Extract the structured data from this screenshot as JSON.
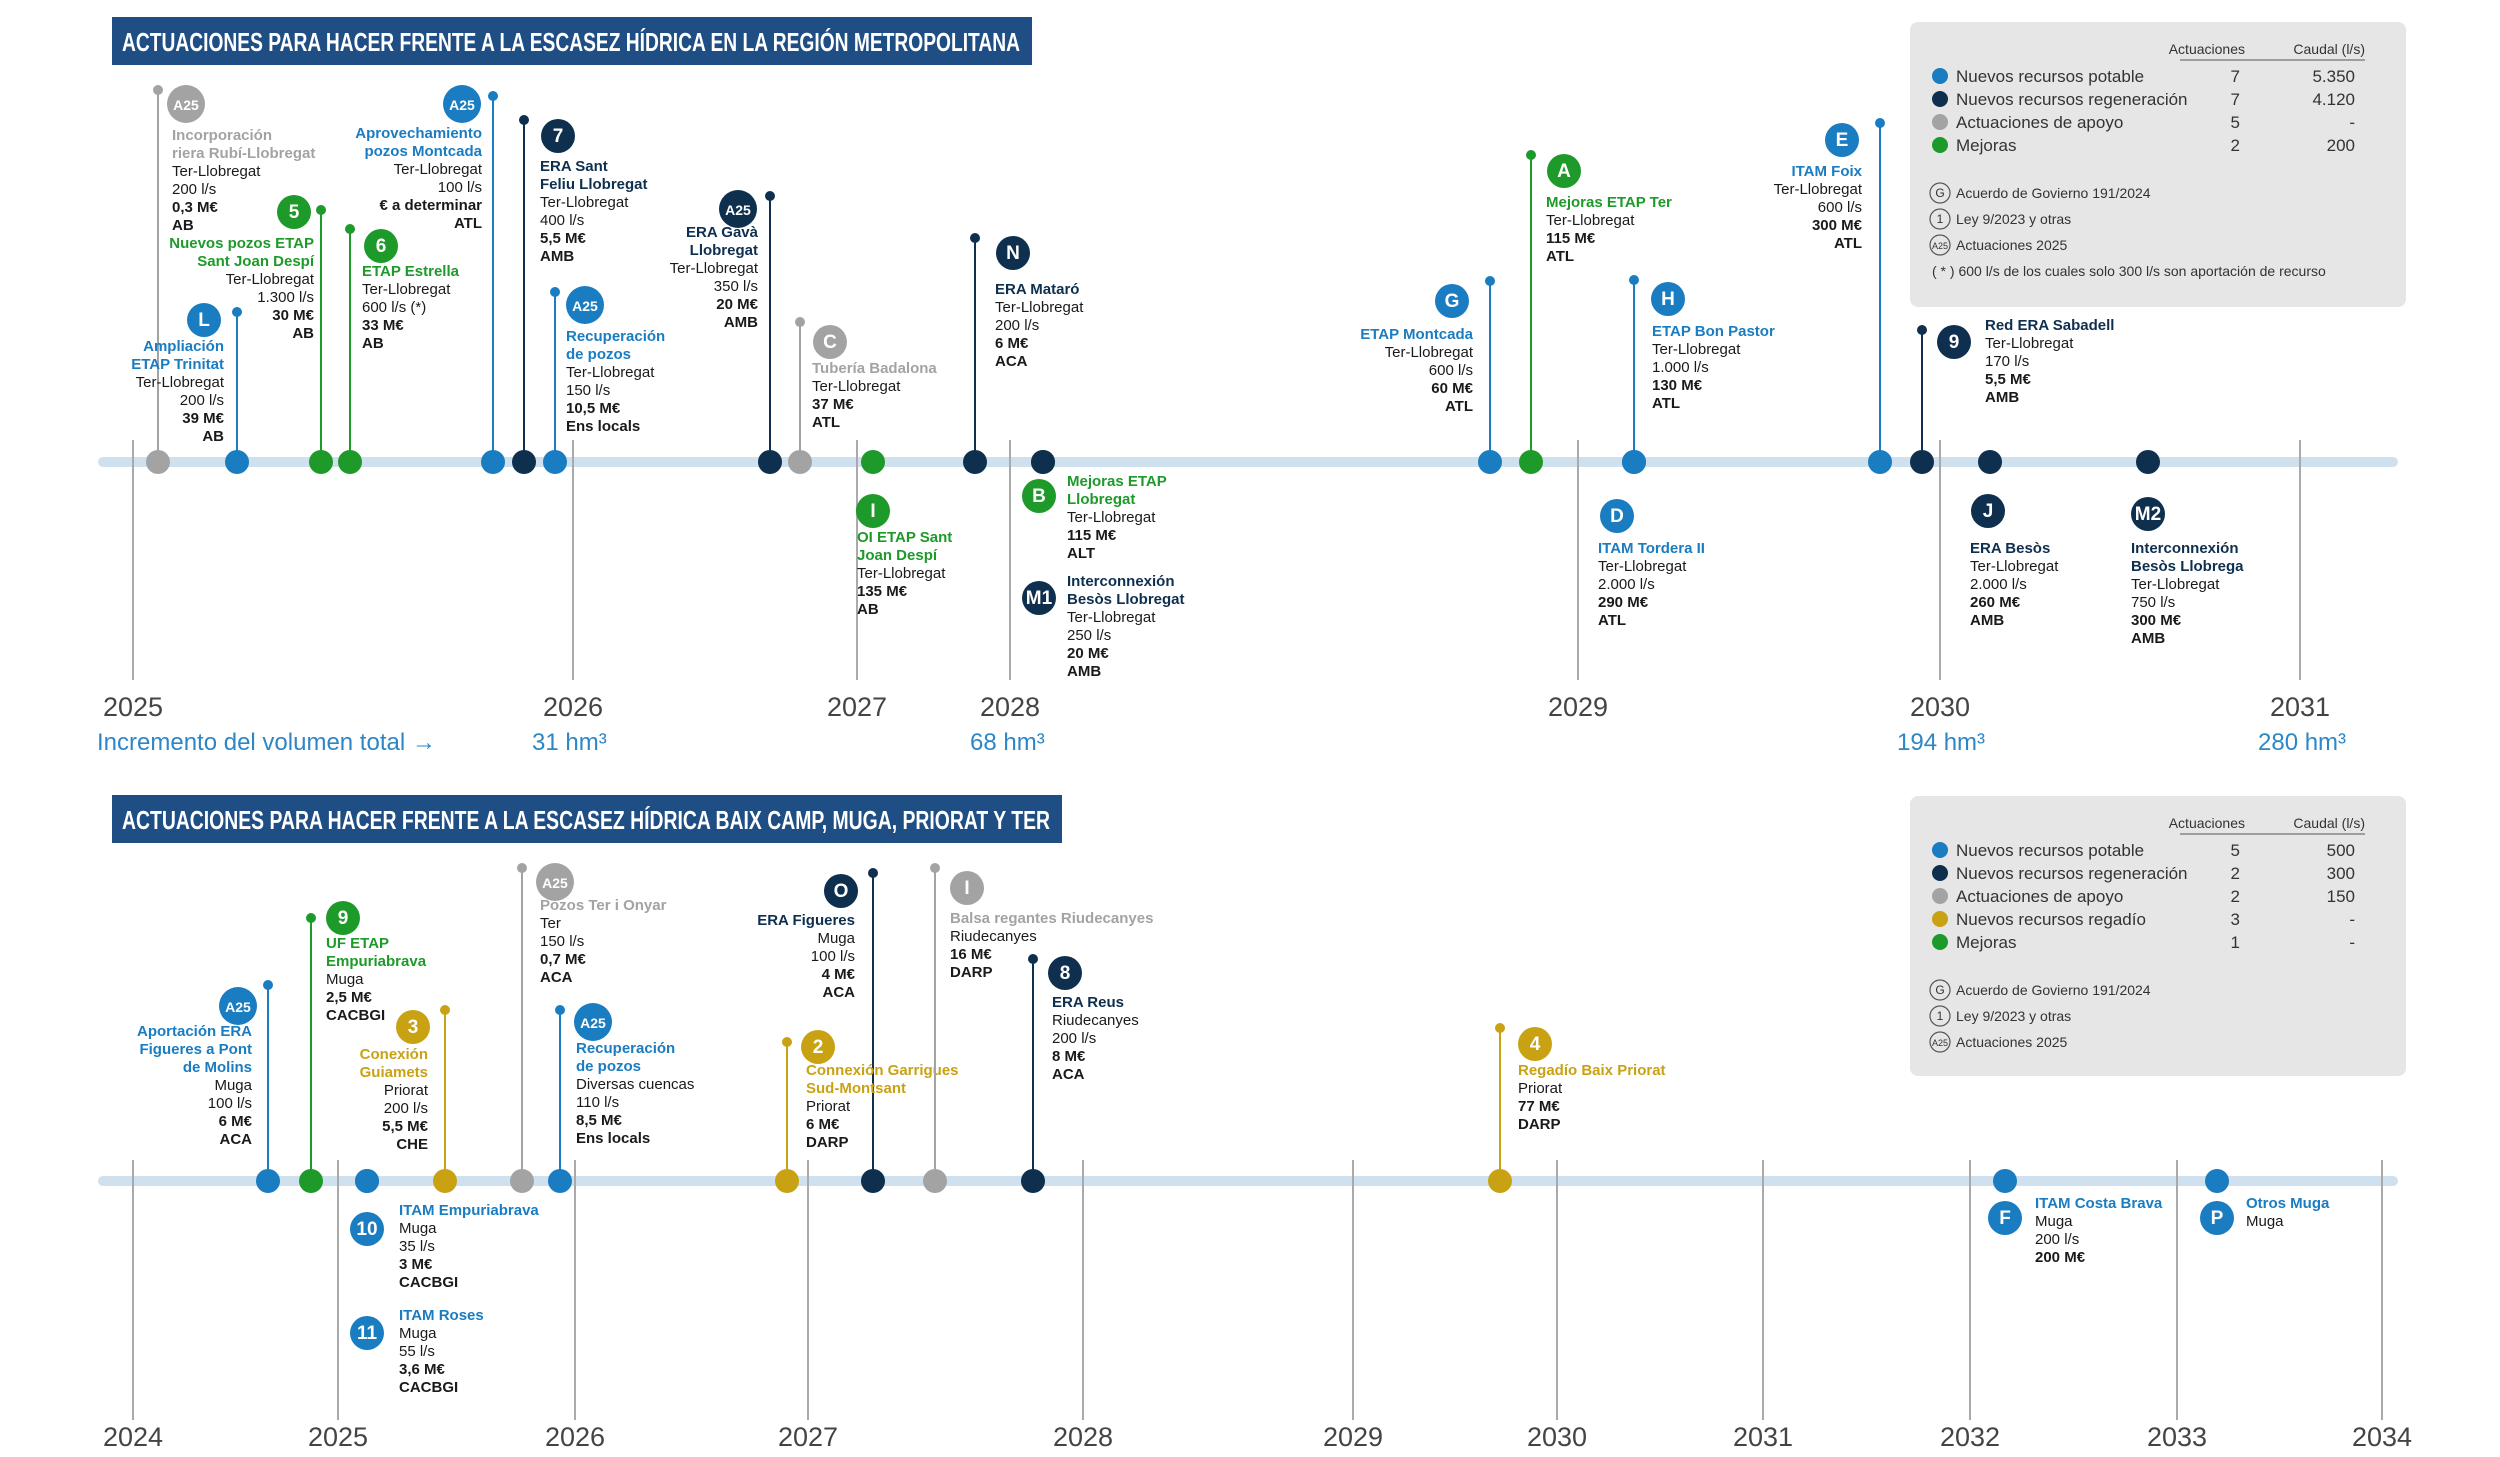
{
  "colors": {
    "potable": "#1a7cc1",
    "regen": "#0f2f4f",
    "apoyo": "#a3a3a3",
    "mejoras": "#1e9a2a",
    "regadio": "#c9a214",
    "title_bg": "#1f4e85",
    "axis": "#cfe1ee",
    "vol": "#2d86c6"
  },
  "top": {
    "title": "ACTUACIONES PARA HACER FRENTE A LA ESCASEZ HÍDRICA EN LA REGIÓN METROPOLITANA",
    "years": [
      "2025",
      "2026",
      "2027",
      "2028",
      "2029",
      "2030",
      "2031"
    ],
    "volume_label": "Incremento del volumen total →",
    "volumes": [
      "31 hm³",
      "68 hm³",
      "194 hm³",
      "280 hm³"
    ],
    "legend": {
      "col1": "Actuaciones",
      "col2": "Caudal (l/s)",
      "rows": [
        {
          "label": "Nuevos recursos potable",
          "n": "7",
          "q": "5.350",
          "color": "potable"
        },
        {
          "label": "Nuevos recursos regeneración",
          "n": "7",
          "q": "4.120",
          "color": "regen"
        },
        {
          "label": "Actuaciones de apoyo",
          "n": "5",
          "q": "-",
          "color": "apoyo"
        },
        {
          "label": "Mejoras",
          "n": "2",
          "q": "200",
          "color": "mejoras"
        }
      ],
      "notes": [
        {
          "sym": "G",
          "text": "Acuerdo de Govierno 191/2024"
        },
        {
          "sym": "1",
          "text": "Ley 9/2023 y otras"
        },
        {
          "sym": "A25",
          "text": "Actuaciones 2025"
        },
        {
          "sym": "",
          "text": "( * ) 600 l/s de los cuales solo 300 l/s son aportación de recurso"
        }
      ]
    },
    "items": [
      {
        "badge": "A25",
        "cat": "apoyo",
        "name": [
          "Incorporación",
          "riera Rubí-Llobregat"
        ],
        "lines": [
          [
            "Ter-Llobregat",
            0
          ],
          [
            "200 l/s",
            0
          ],
          [
            "0,3 M€",
            1
          ],
          [
            "AB",
            1
          ]
        ]
      },
      {
        "badge": "L",
        "cat": "potable",
        "name": [
          "Ampliación",
          "ETAP Trinitat"
        ],
        "lines": [
          [
            "Ter-Llobregat",
            0
          ],
          [
            "200 l/s",
            0
          ],
          [
            "39 M€",
            1
          ],
          [
            "AB",
            1
          ]
        ]
      },
      {
        "badge": "5",
        "cat": "mejoras",
        "name": [
          "Nuevos pozos ETAP",
          "Sant Joan Despí"
        ],
        "lines": [
          [
            "Ter-Llobregat",
            0
          ],
          [
            "1.300 l/s",
            0
          ],
          [
            "30 M€",
            1
          ],
          [
            "AB",
            1
          ]
        ]
      },
      {
        "badge": "6",
        "cat": "mejoras",
        "name": [
          "ETAP Estrella"
        ],
        "lines": [
          [
            "Ter-Llobregat",
            0
          ],
          [
            "600 l/s (*)",
            0
          ],
          [
            "33 M€",
            1
          ],
          [
            "AB",
            1
          ]
        ]
      },
      {
        "badge": "A25",
        "cat": "potable",
        "name": [
          "Aprovechamiento",
          "pozos Montcada"
        ],
        "lines": [
          [
            "Ter-Llobregat",
            0
          ],
          [
            "100 l/s",
            0
          ],
          [
            "€ a determinar",
            1
          ],
          [
            "ATL",
            1
          ]
        ]
      },
      {
        "badge": "7",
        "cat": "regen",
        "name": [
          "ERA Sant",
          "Feliu Llobregat"
        ],
        "lines": [
          [
            "Ter-Llobregat",
            0
          ],
          [
            "400 l/s",
            0
          ],
          [
            "5,5 M€",
            1
          ],
          [
            "AMB",
            1
          ]
        ]
      },
      {
        "badge": "A25",
        "cat": "potable",
        "name": [
          "Recuperación",
          "de pozos"
        ],
        "lines": [
          [
            "Ter-Llobregat",
            0
          ],
          [
            "150 l/s",
            0
          ],
          [
            "10,5 M€",
            1
          ],
          [
            "Ens locals",
            1
          ]
        ]
      },
      {
        "badge": "A25",
        "cat": "regen",
        "name": [
          "ERA Gavà",
          "Llobregat"
        ],
        "lines": [
          [
            "Ter-Llobregat",
            0
          ],
          [
            "350 l/s",
            0
          ],
          [
            "20 M€",
            1
          ],
          [
            "AMB",
            1
          ]
        ]
      },
      {
        "badge": "C",
        "cat": "apoyo",
        "name": [
          "Tubería Badalona"
        ],
        "lines": [
          [
            "Ter-Llobregat",
            0
          ],
          [
            "37 M€",
            1
          ],
          [
            "ATL",
            1
          ]
        ]
      },
      {
        "badge": "I",
        "cat": "mejoras",
        "name": [
          "OI ETAP Sant",
          "Joan Despí"
        ],
        "lines": [
          [
            "Ter-Llobregat",
            0
          ],
          [
            "135 M€",
            1
          ],
          [
            "AB",
            1
          ]
        ]
      },
      {
        "badge": "N",
        "cat": "regen",
        "name": [
          "ERA Mataró"
        ],
        "lines": [
          [
            "Ter-Llobregat",
            0
          ],
          [
            "200 l/s",
            0
          ],
          [
            "6 M€",
            1
          ],
          [
            "ACA",
            1
          ]
        ]
      },
      {
        "badge": "B",
        "cat": "mejoras",
        "name": [
          "Mejoras ETAP",
          "Llobregat"
        ],
        "lines": [
          [
            "Ter-Llobregat",
            0
          ],
          [
            "115 M€",
            1
          ],
          [
            "ALT",
            1
          ]
        ]
      },
      {
        "badge": "M1",
        "cat": "regen",
        "name": [
          "Interconnexión",
          "Besòs Llobregat"
        ],
        "lines": [
          [
            "Ter-Llobregat",
            0
          ],
          [
            "250 l/s",
            0
          ],
          [
            "20 M€",
            1
          ],
          [
            "AMB",
            1
          ]
        ]
      },
      {
        "badge": "G",
        "cat": "potable",
        "name": [
          "ETAP Montcada"
        ],
        "lines": [
          [
            "Ter-Llobregat",
            0
          ],
          [
            "600 l/s",
            0
          ],
          [
            "60 M€",
            1
          ],
          [
            "ATL",
            1
          ]
        ]
      },
      {
        "badge": "A",
        "cat": "mejoras",
        "name": [
          "Mejoras ETAP Ter"
        ],
        "lines": [
          [
            "Ter-Llobregat",
            0
          ],
          [
            "115 M€",
            1
          ],
          [
            "ATL",
            1
          ]
        ]
      },
      {
        "badge": "H",
        "cat": "potable",
        "name": [
          "ETAP Bon Pastor"
        ],
        "lines": [
          [
            "Ter-Llobregat",
            0
          ],
          [
            "1.000 l/s",
            0
          ],
          [
            "130 M€",
            1
          ],
          [
            "ATL",
            1
          ]
        ]
      },
      {
        "badge": "D",
        "cat": "potable",
        "name": [
          "ITAM Tordera II"
        ],
        "lines": [
          [
            "Ter-Llobregat",
            0
          ],
          [
            "2.000 l/s",
            0
          ],
          [
            "290 M€",
            1
          ],
          [
            "ATL",
            1
          ]
        ]
      },
      {
        "badge": "E",
        "cat": "potable",
        "name": [
          "ITAM Foix"
        ],
        "lines": [
          [
            "Ter-Llobregat",
            0
          ],
          [
            "600 l/s",
            0
          ],
          [
            "300 M€",
            1
          ],
          [
            "ATL",
            1
          ]
        ]
      },
      {
        "badge": "9",
        "cat": "regen",
        "name": [
          "Red ERA Sabadell"
        ],
        "lines": [
          [
            "Ter-Llobregat",
            0
          ],
          [
            "170 l/s",
            0
          ],
          [
            "5,5 M€",
            1
          ],
          [
            "AMB",
            1
          ]
        ]
      },
      {
        "badge": "J",
        "cat": "regen",
        "name": [
          "ERA Besòs"
        ],
        "lines": [
          [
            "Ter-Llobregat",
            0
          ],
          [
            "2.000 l/s",
            0
          ],
          [
            "260 M€",
            1
          ],
          [
            "AMB",
            1
          ]
        ]
      },
      {
        "badge": "M2",
        "cat": "regen",
        "name": [
          "Interconnexión",
          "Besòs Llobrega"
        ],
        "lines": [
          [
            "Ter-Llobregat",
            0
          ],
          [
            "750 l/s",
            0
          ],
          [
            "300 M€",
            1
          ],
          [
            "AMB",
            1
          ]
        ]
      }
    ]
  },
  "bottom": {
    "title": "ACTUACIONES PARA HACER FRENTE A LA ESCASEZ HÍDRICA BAIX CAMP, MUGA, PRIORAT Y TER",
    "years": [
      "2024",
      "2025",
      "2026",
      "2027",
      "2028",
      "2029",
      "2030",
      "2031",
      "2032",
      "2033",
      "2034"
    ],
    "legend": {
      "col1": "Actuaciones",
      "col2": "Caudal (l/s)",
      "rows": [
        {
          "label": "Nuevos recursos potable",
          "n": "5",
          "q": "500",
          "color": "potable"
        },
        {
          "label": "Nuevos recursos regeneración",
          "n": "2",
          "q": "300",
          "color": "regen"
        },
        {
          "label": "Actuaciones de apoyo",
          "n": "2",
          "q": "150",
          "color": "apoyo"
        },
        {
          "label": "Nuevos recursos regadío",
          "n": "3",
          "q": "-",
          "color": "regadio"
        },
        {
          "label": "Mejoras",
          "n": "1",
          "q": "-",
          "color": "mejoras"
        }
      ],
      "notes": [
        {
          "sym": "G",
          "text": "Acuerdo de Govierno 191/2024"
        },
        {
          "sym": "1",
          "text": "Ley 9/2023 y otras"
        },
        {
          "sym": "A25",
          "text": "Actuaciones 2025"
        }
      ]
    },
    "items": [
      {
        "badge": "A25",
        "cat": "potable",
        "name": [
          "Aportación ERA",
          "Figueres a Pont",
          "de Molins"
        ],
        "lines": [
          [
            "Muga",
            0
          ],
          [
            "100 l/s",
            0
          ],
          [
            "6 M€",
            1
          ],
          [
            "ACA",
            1
          ]
        ]
      },
      {
        "badge": "9",
        "cat": "mejoras",
        "name": [
          "UF ETAP",
          "Empuriabrava"
        ],
        "lines": [
          [
            "Muga",
            0
          ],
          [
            "2,5 M€",
            1
          ],
          [
            "CACBGI",
            1
          ]
        ]
      },
      {
        "badge": "3",
        "cat": "regadio",
        "name": [
          "Conexión",
          "Guiamets"
        ],
        "lines": [
          [
            "Priorat",
            0
          ],
          [
            "200 l/s",
            0
          ],
          [
            "5,5 M€",
            1
          ],
          [
            "CHE",
            1
          ]
        ]
      },
      {
        "badge": "10",
        "cat": "potable",
        "name": [
          "ITAM Empuriabrava"
        ],
        "lines": [
          [
            "Muga",
            0
          ],
          [
            "35 l/s",
            0
          ],
          [
            "3 M€",
            1
          ],
          [
            "CACBGI",
            1
          ]
        ]
      },
      {
        "badge": "11",
        "cat": "potable",
        "name": [
          "ITAM Roses"
        ],
        "lines": [
          [
            "Muga",
            0
          ],
          [
            "55 l/s",
            0
          ],
          [
            "3,6 M€",
            1
          ],
          [
            "CACBGI",
            1
          ]
        ]
      },
      {
        "badge": "A25",
        "cat": "apoyo",
        "name": [
          "Pozos Ter i Onyar"
        ],
        "lines": [
          [
            "Ter",
            0
          ],
          [
            "150 l/s",
            0
          ],
          [
            "0,7 M€",
            1
          ],
          [
            "ACA",
            1
          ]
        ]
      },
      {
        "badge": "A25",
        "cat": "potable",
        "name": [
          "Recuperación",
          "de pozos"
        ],
        "lines": [
          [
            "Diversas cuencas",
            0
          ],
          [
            "110 l/s",
            0
          ],
          [
            "8,5 M€",
            1
          ],
          [
            "Ens locals",
            1
          ]
        ]
      },
      {
        "badge": "O",
        "cat": "regen",
        "name": [
          "ERA Figueres"
        ],
        "lines": [
          [
            "Muga",
            0
          ],
          [
            "100 l/s",
            0
          ],
          [
            "4 M€",
            1
          ],
          [
            "ACA",
            1
          ]
        ]
      },
      {
        "badge": "2",
        "cat": "regadio",
        "name": [
          "Connexión Garrigues",
          "Sud-Montsant"
        ],
        "lines": [
          [
            "Priorat",
            0
          ],
          [
            "6 M€",
            1
          ],
          [
            "DARP",
            1
          ]
        ]
      },
      {
        "badge": "I",
        "cat": "apoyo",
        "name": [
          "Balsa regantes Riudecanyes"
        ],
        "lines": [
          [
            "Riudecanyes",
            0
          ],
          [
            "16 M€",
            1
          ],
          [
            "DARP",
            1
          ]
        ]
      },
      {
        "badge": "8",
        "cat": "regen",
        "name": [
          "ERA Reus"
        ],
        "lines": [
          [
            "Riudecanyes",
            0
          ],
          [
            "200 l/s",
            0
          ],
          [
            "8 M€",
            1
          ],
          [
            "ACA",
            1
          ]
        ]
      },
      {
        "badge": "4",
        "cat": "regadio",
        "name": [
          "Regadío Baix Priorat"
        ],
        "lines": [
          [
            "Priorat",
            0
          ],
          [
            "77 M€",
            1
          ],
          [
            "DARP",
            1
          ]
        ]
      },
      {
        "badge": "F",
        "cat": "potable",
        "name": [
          "ITAM Costa Brava"
        ],
        "lines": [
          [
            "Muga",
            0
          ],
          [
            "200 l/s",
            0
          ],
          [
            "200 M€",
            1
          ]
        ]
      },
      {
        "badge": "P",
        "cat": "potable",
        "name": [
          "Otros Muga"
        ],
        "lines": [
          [
            "Muga",
            0
          ]
        ]
      }
    ]
  }
}
